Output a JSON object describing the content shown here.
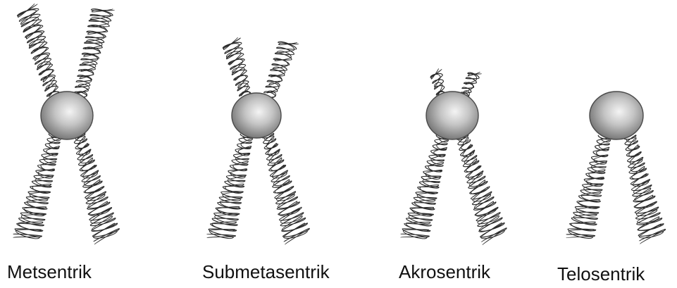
{
  "diagram": {
    "chromosomes": [
      {
        "id": "metsentrik",
        "label": "Metsentrik"
      },
      {
        "id": "submetasentrik",
        "label": "Submetasentrik"
      },
      {
        "id": "akrosentrik",
        "label": "Akrosentrik"
      },
      {
        "id": "telosentrik",
        "label": "Telosentrik"
      }
    ],
    "colors": {
      "chromatin": "#2a2a2a",
      "centromere_light": "#ededed",
      "centromere_dark": "#7d7d7d",
      "label_text": "#111111"
    }
  }
}
